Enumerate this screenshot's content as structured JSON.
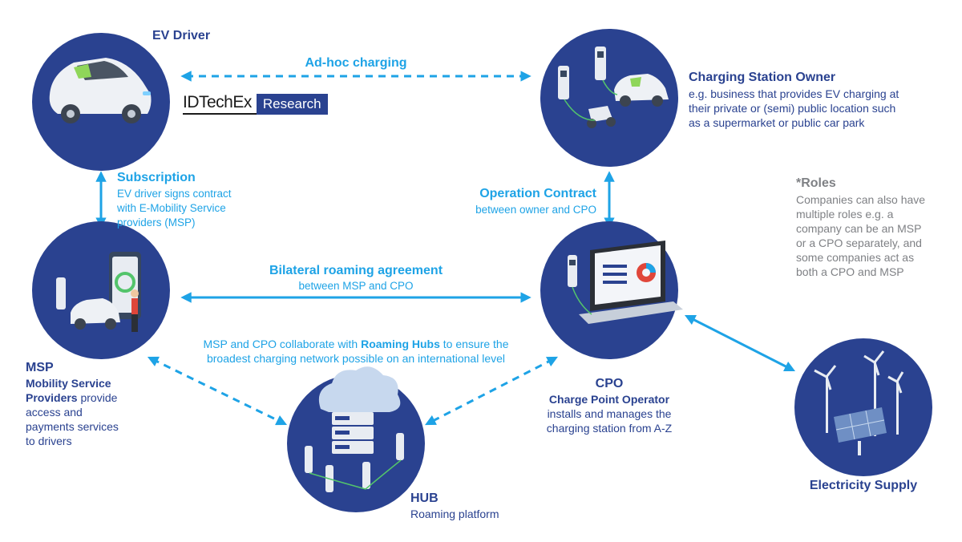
{
  "colors": {
    "navy": "#2a4290",
    "cyan": "#1ea3e6",
    "grey": "#7f8185",
    "node_fill": "#2a4290"
  },
  "logo": {
    "brand": "IDTechEx",
    "suffix": "Research"
  },
  "nodes": {
    "ev_driver": {
      "title": "EV Driver"
    },
    "station_owner": {
      "title": "Charging Station Owner",
      "desc": [
        "e.g. business that provides EV charging at",
        "their private or (semi) public location such",
        "as a supermarket or public car park"
      ]
    },
    "msp": {
      "title": "MSP",
      "desc_bold": [
        "Mobility Service",
        "Providers"
      ],
      "desc_tail": " provide",
      "desc": [
        "access and",
        "payments services",
        "to drivers"
      ]
    },
    "cpo": {
      "title": "CPO",
      "subtitle": "Charge Point Operator",
      "desc": [
        "installs and manages the",
        "charging station from A-Z"
      ]
    },
    "hub": {
      "title": "HUB",
      "subtitle": "Roaming platform"
    },
    "electricity": {
      "title": "Electricity Supply"
    }
  },
  "links": {
    "adhoc": {
      "title": "Ad-hoc charging"
    },
    "subscription": {
      "title": "Subscription",
      "desc": [
        "EV driver signs contract",
        "with E-Mobility Service",
        "providers (MSP)"
      ]
    },
    "operation": {
      "title": "Operation Contract",
      "desc": "between owner and CPO"
    },
    "bilateral": {
      "title": "Bilateral roaming agreement",
      "desc": "between MSP and CPO"
    },
    "hubs_note": {
      "line1_pre": "MSP and CPO collaborate with ",
      "line1_bold": "Roaming Hubs",
      "line1_post": " to ensure the",
      "line2": "broadest charging network possible on an international level"
    }
  },
  "roles_note": {
    "title": "*Roles",
    "desc": [
      "Companies can also have",
      "multiple roles e.g. a",
      "company can be an MSP",
      "or a CPO separately, and",
      "some companies act as",
      "both a CPO and MSP"
    ]
  }
}
